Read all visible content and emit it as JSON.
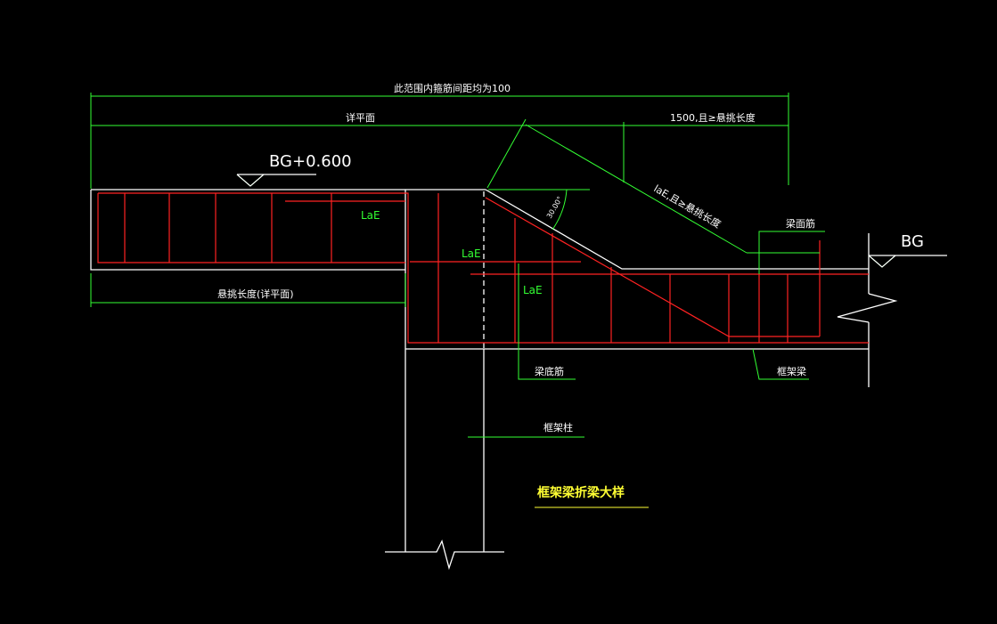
{
  "drawing": {
    "dims": {
      "overall": "此范围内箍筋间距均为100",
      "left_span": "详平面",
      "right_span": "1500,且≥悬挑长度",
      "cantilever": "悬挑长度(详平面)",
      "slope_len": "laE,且≥悬挑长度",
      "angle": "30.00°"
    },
    "elevations": {
      "left": "BG+0.600",
      "right": "BG"
    },
    "anchor": {
      "lae1": "LaE",
      "lae2": "LaE",
      "lae3": "LaE"
    },
    "callouts": {
      "top_bar": "梁面筋",
      "bottom_bar": "梁底筋",
      "frame_beam": "框架梁",
      "frame_column": "框架柱"
    },
    "title": "框架梁折梁大样",
    "colors": {
      "outline": "#ffffff",
      "rebar": "#ff2222",
      "dimension": "#33ff33",
      "title": "#ffff33"
    }
  }
}
